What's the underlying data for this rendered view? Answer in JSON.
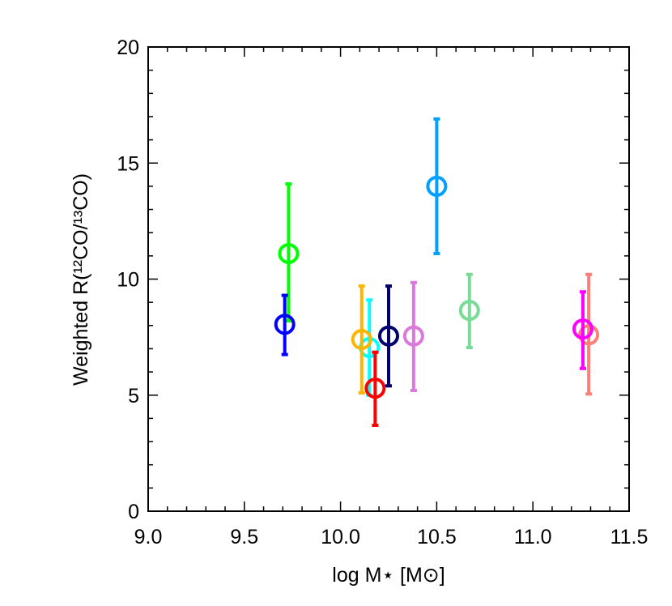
{
  "chart_data": {
    "type": "scatter",
    "title": "",
    "xlabel": "log M⋆ [M⊙]",
    "ylabel": "Weighted R(¹²CO/¹³CO)",
    "xlim": [
      9.0,
      11.5
    ],
    "ylim": [
      0,
      20
    ],
    "xticks": [
      "9.0",
      "9.5",
      "10.0",
      "10.5",
      "11.0",
      "11.5"
    ],
    "yticks": [
      "0",
      "5",
      "10",
      "15",
      "20"
    ],
    "grid": false,
    "marker": "open-circle",
    "points": [
      {
        "x": 9.73,
        "y": 11.1,
        "ylow": 8.2,
        "yhigh": 14.1,
        "color": "#00ff00"
      },
      {
        "x": 9.71,
        "y": 8.05,
        "ylow": 6.75,
        "yhigh": 9.3,
        "color": "#0000ff"
      },
      {
        "x": 10.15,
        "y": 7.05,
        "ylow": 5.0,
        "yhigh": 9.1,
        "color": "#00ffff"
      },
      {
        "x": 10.11,
        "y": 7.4,
        "ylow": 5.1,
        "yhigh": 9.7,
        "color": "#ffb400"
      },
      {
        "x": 10.18,
        "y": 5.3,
        "ylow": 3.7,
        "yhigh": 6.85,
        "color": "#ff0000"
      },
      {
        "x": 10.25,
        "y": 7.55,
        "ylow": 5.4,
        "yhigh": 9.7,
        "color": "#000070"
      },
      {
        "x": 10.38,
        "y": 7.55,
        "ylow": 5.2,
        "yhigh": 9.85,
        "color": "#dc78dc"
      },
      {
        "x": 10.5,
        "y": 14.0,
        "ylow": 11.1,
        "yhigh": 16.9,
        "color": "#00a0ff"
      },
      {
        "x": 10.67,
        "y": 8.65,
        "ylow": 7.05,
        "yhigh": 10.2,
        "color": "#78dc96"
      },
      {
        "x": 11.29,
        "y": 7.6,
        "ylow": 5.05,
        "yhigh": 10.2,
        "color": "#ff8078"
      },
      {
        "x": 11.26,
        "y": 7.85,
        "ylow": 6.15,
        "yhigh": 9.45,
        "color": "#ff00ff"
      }
    ]
  }
}
